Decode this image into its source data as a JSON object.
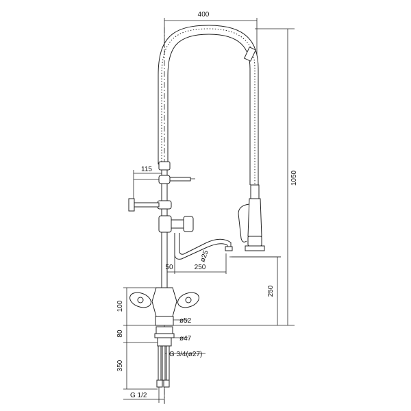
{
  "dimensions": {
    "hose_span_width": "400",
    "total_height": "1050",
    "bracket_offset": "115",
    "spout_reach": "250",
    "spout_offset": "50",
    "spout_diameter": "ø25",
    "spout_height": "250",
    "mixer_body_height": "100",
    "base_diameter": "ø52",
    "mounting_height": "80",
    "shank_diameter": "ø47",
    "thread_size": "G 3/4(ø27)",
    "supply_pipe_length": "350",
    "inlet_thread": "G 1/2"
  },
  "colors": {
    "line": "#222222",
    "background": "#ffffff"
  }
}
